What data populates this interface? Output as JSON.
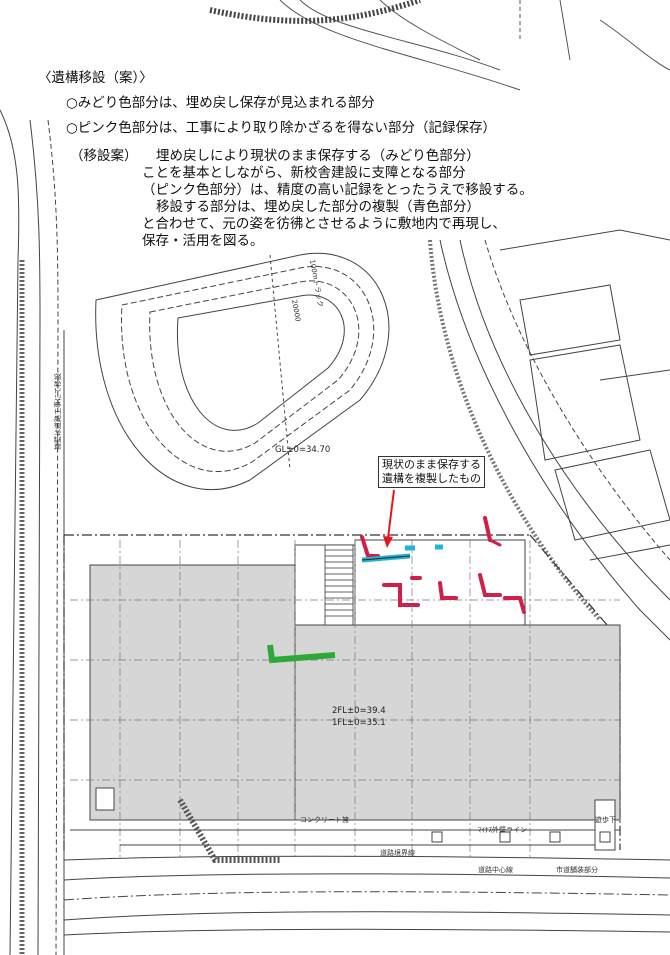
{
  "notes": {
    "heading": "〈遺構移設（案）〉",
    "green_line": "○みどり色部分は、埋め戻し保存が見込まれる部分",
    "pink_line": "○ピンク色部分は、工事により取り除かざるを得ない部分（記録保存）",
    "proposal_label": "（移設案）",
    "proposal_lines": [
      "埋め戻しにより現状のまま保存する（みどり色部分）",
      "ことを基本としながら、新校舎建設に支障となる部分",
      "（ピンク色部分）は、精度の高い記録をとったうえで移設する。",
      "移設する部分は、埋め戻した部分の複製（青色部分）",
      "と合わせて、元の姿を彷彿とさせるように敷地内で再現し、",
      "保存・活用を図る。"
    ]
  },
  "callout": {
    "line1": "現状のまま保存する",
    "line2": "遺構を複製したもの"
  },
  "plan_labels": {
    "track_gl": "GL±0=34.70",
    "track_dim": "20000",
    "track_name": "100mトラック",
    "floor_2fl": "2FL±0=39.4",
    "floor_1fl": "1FL±0=35.1",
    "road_sidewalk": "道路境界線",
    "road_center": "道路中心線",
    "road_line": "ﾏｲﾅｽ外壁ライン",
    "left_note": "擁壁は道路工事にて移設",
    "bottom_note1": "市道舗装部分",
    "bottom_note2": "コンクリート擁",
    "bottom_note3": "遊歩下"
  },
  "colors": {
    "green": "#2ea836",
    "pink": "#d0204a",
    "blue": "#22b3d6",
    "building": "#d6d6d6",
    "arrow": "#e8141a"
  }
}
